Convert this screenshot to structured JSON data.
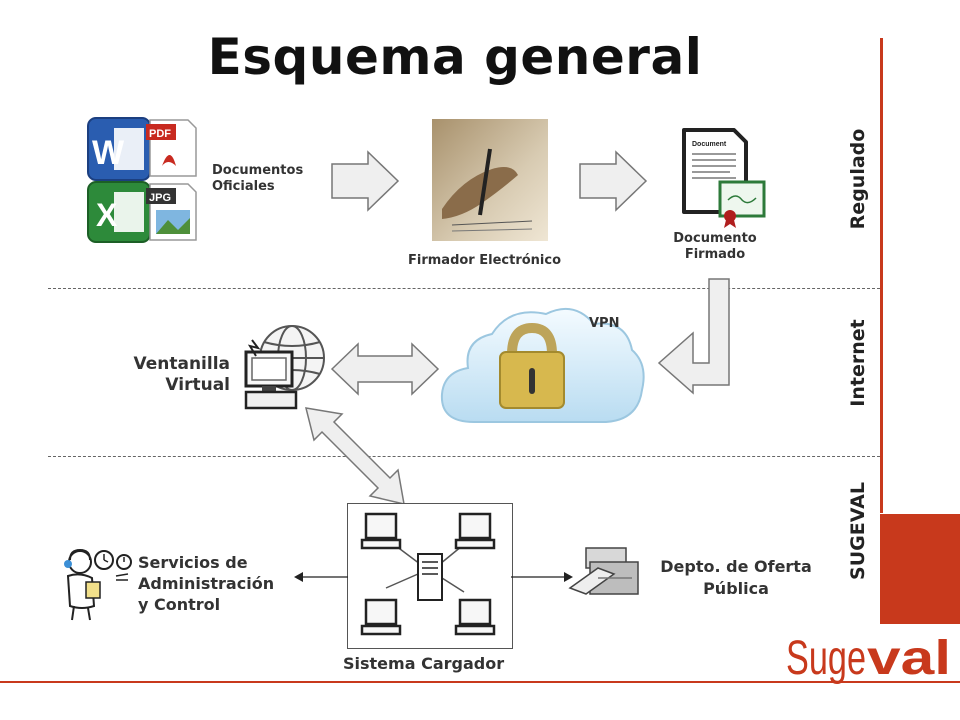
{
  "title": "Esquema general",
  "zones": {
    "regulado": "Regulado",
    "internet": "Internet",
    "sugeval": "SUGEVAL"
  },
  "labels": {
    "documentos_oficiales_l1": "Documentos",
    "documentos_oficiales_l2": "Oficiales",
    "firmador": "Firmador Electrónico",
    "documento_firmado_l1": "Documento",
    "documento_firmado_l2": "Firmado",
    "vpn": "VPN",
    "ventanilla_l1": "Ventanilla",
    "ventanilla_l2": "Virtual",
    "servicios_l1": "Servicios de",
    "servicios_l2": "Administración",
    "servicios_l3": "y Control",
    "depto_l1": "Depto. de Oferta",
    "depto_l2": "Pública",
    "sistema": "Sistema Cargador"
  },
  "icon_labels": {
    "pdf": "PDF",
    "jpg": "JPG",
    "document": "Document"
  },
  "logo_text": "Sugeval",
  "colors": {
    "brand_red": "#c8391c",
    "line": "#666666",
    "cloud": "#d6ecf8"
  }
}
